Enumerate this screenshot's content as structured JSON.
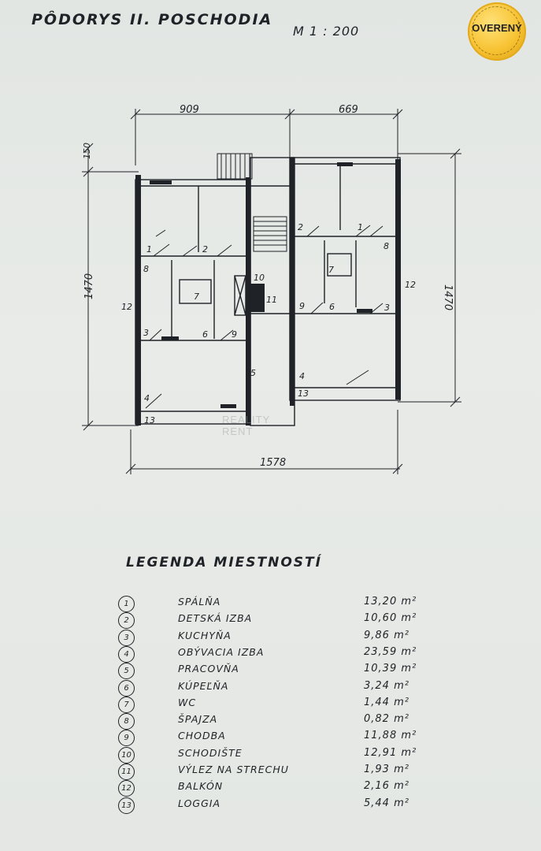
{
  "header": {
    "title": "PÔDORYS  II.  POSCHODIA",
    "scale": "M 1 : 200"
  },
  "badge": {
    "label": "OVERENÝ",
    "colors": {
      "gold": "#f7c232"
    }
  },
  "watermark": {
    "line1": "REALITY",
    "line2": "RENT"
  },
  "plan": {
    "dimensions": {
      "top_left": "909",
      "top_right": "669",
      "bottom": "1578",
      "left_height": "1470",
      "right_height": "1470",
      "offset": "150"
    },
    "room_labels": [
      "1",
      "2",
      "8",
      "7",
      "12",
      "3",
      "6",
      "9",
      "4",
      "13",
      "10",
      "11",
      "5",
      "2",
      "1",
      "8",
      "7",
      "9",
      "6",
      "3",
      "12",
      "4",
      "13"
    ]
  },
  "legend": {
    "title": "LEGENDA  MIESTNOSTÍ",
    "rows": [
      {
        "num": "1",
        "name": "SPÁLŇA",
        "area": "13,20 m²"
      },
      {
        "num": "2",
        "name": "DETSKÁ IZBA",
        "area": "10,60 m²"
      },
      {
        "num": "3",
        "name": "KUCHYŇA",
        "area": "9,86 m²"
      },
      {
        "num": "4",
        "name": "OBÝVACIA IZBA",
        "area": "23,59 m²"
      },
      {
        "num": "5",
        "name": "PRACOVŇA",
        "area": "10,39 m²"
      },
      {
        "num": "6",
        "name": "KÚPEĽŇA",
        "area": "3,24 m²"
      },
      {
        "num": "7",
        "name": "WC",
        "area": "1,44 m²"
      },
      {
        "num": "8",
        "name": "ŠPAJZA",
        "area": "0,82 m²"
      },
      {
        "num": "9",
        "name": "CHODBA",
        "area": "11,88 m²"
      },
      {
        "num": "10",
        "name": "SCHODIŠTE",
        "area": "12,91 m²"
      },
      {
        "num": "11",
        "name": "VÝLEZ NA STRECHU",
        "area": "1,93 m²"
      },
      {
        "num": "12",
        "name": "BALKÓN",
        "area": "2,16 m²"
      },
      {
        "num": "13",
        "name": "LOGGIA",
        "area": "5,44 m²"
      }
    ]
  }
}
